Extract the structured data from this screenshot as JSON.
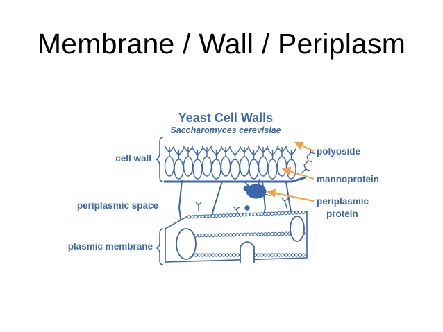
{
  "slide": {
    "title": "Membrane / Wall / Periplasm"
  },
  "figure": {
    "title": "Yeast Cell Walls",
    "subtitle": "Saccharomyces cerevisiae",
    "left_labels": {
      "cell_wall": "cell wall",
      "periplasmic_space": "periplasmic space",
      "plasmic_membrane": "plasmic membrane"
    },
    "right_labels": {
      "polyoside": "polyoside",
      "mannoprotein": "mannoprotein",
      "periplasmic_protein_line1": "periplasmic",
      "periplasmic_protein_line2": "protein"
    },
    "colors": {
      "diagram": "#3a67a8",
      "arrow": "#f2a24a",
      "fill": "#ffffff"
    }
  }
}
